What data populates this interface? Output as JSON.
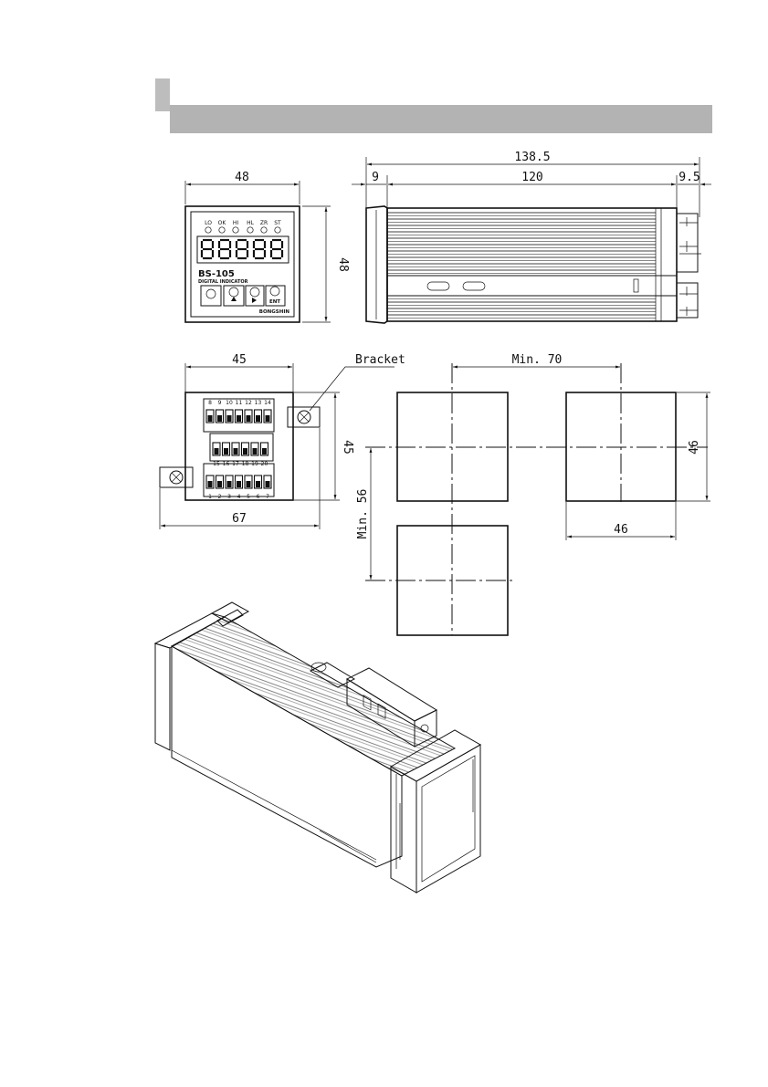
{
  "front": {
    "width_dim": "48",
    "height_dim": "48",
    "indicators": [
      "LO",
      "OK",
      "HI",
      "HL",
      "ZR",
      "ST"
    ],
    "model": "BS-105",
    "subtitle": "DIGITAL INDICATOR",
    "button_label": "ENT",
    "brand": "BONGSHIN"
  },
  "side": {
    "total_dim": "138.5",
    "front_dim": "9",
    "body_dim": "120",
    "rear_dim": "9.5"
  },
  "rear": {
    "width_dim": "45",
    "height_dim": "45",
    "bracket_span_dim": "67",
    "bracket_label": "Bracket",
    "terminals_top": [
      "8",
      "9",
      "10",
      "11",
      "12",
      "13",
      "14"
    ],
    "terminals_mid": [
      "15",
      "16",
      "17",
      "18",
      "19",
      "20"
    ],
    "terminals_bottom": [
      "1",
      "2",
      "3",
      "4",
      "5",
      "6",
      "7"
    ]
  },
  "cutout": {
    "h_pitch_dim": "Min. 70",
    "v_pitch_dim": "Min. 56",
    "height_dim": "46",
    "width_dim": "46"
  }
}
